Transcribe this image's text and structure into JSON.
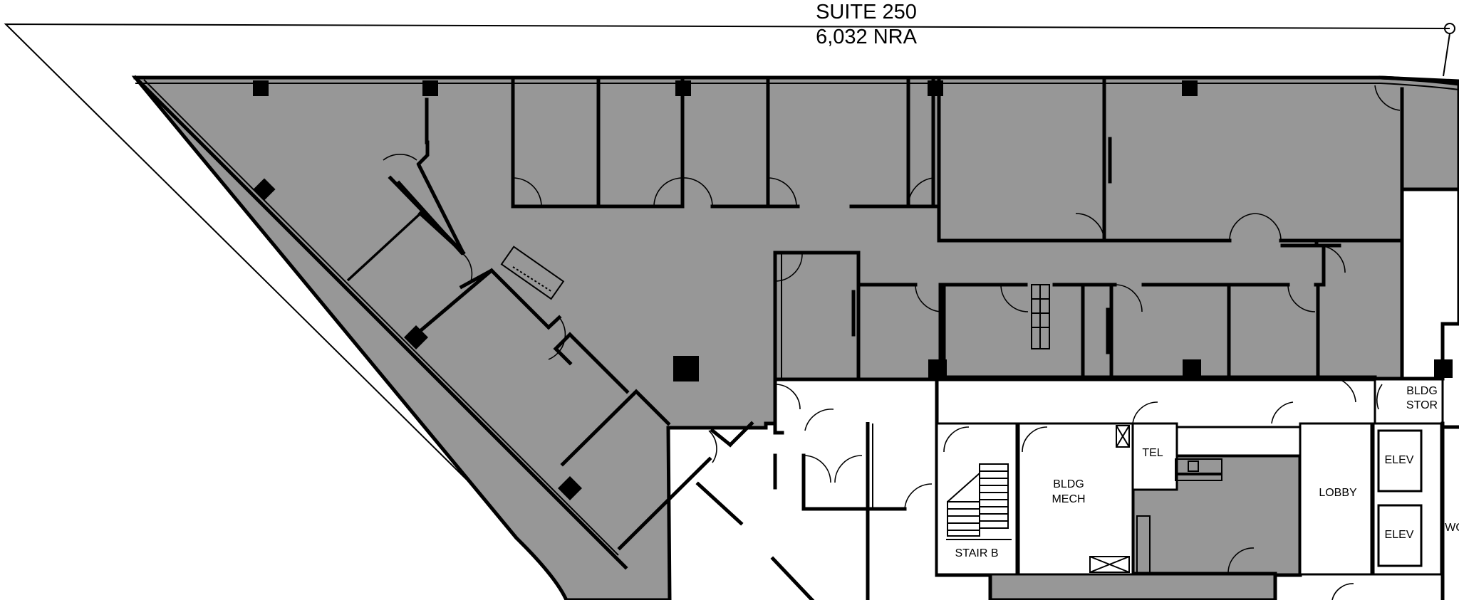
{
  "suite": {
    "name": "SUITE 250",
    "area": "6,032 NRA"
  },
  "rooms": {
    "bldg_stor_line1": "BLDG",
    "bldg_stor_line2": "STOR",
    "tel": "TEL",
    "bldg_mech_line1": "BLDG",
    "bldg_mech_line2": "MECH",
    "lobby": "LOBBY",
    "elev_1": "ELEV",
    "elev_2": "ELEV",
    "stair_b": "STAIR B",
    "wc_partial": "WO"
  },
  "colors": {
    "suite_fill": "#979797",
    "wall": "#000000",
    "background": "#ffffff"
  }
}
